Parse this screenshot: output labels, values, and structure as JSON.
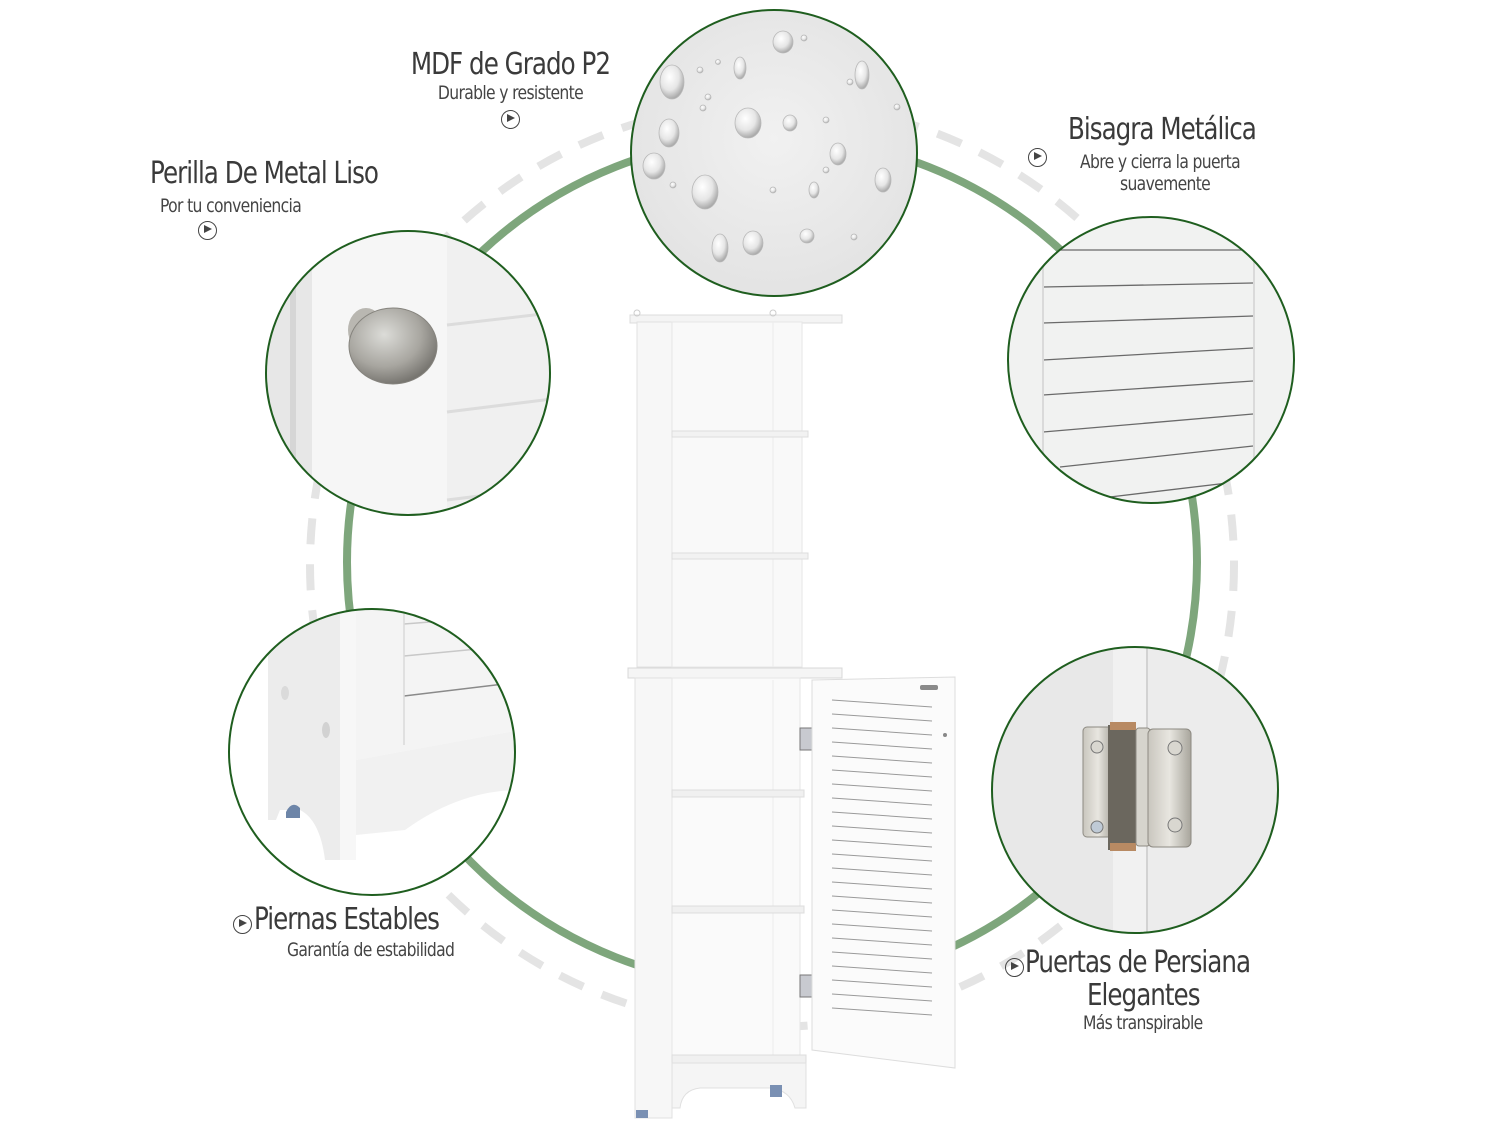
{
  "features": [
    {
      "id": "mdf",
      "title": "MDF de Grado P2",
      "subtitle": "Durable y resistente",
      "icon": "arrow-circle-icon"
    },
    {
      "id": "knob",
      "title": "Perilla De Metal Liso",
      "subtitle": "Por tu conveniencia",
      "icon": "arrow-circle-icon"
    },
    {
      "id": "hinge",
      "title": "Bisagra Metálica",
      "subtitle_line1": "Abre y cierra la puerta",
      "subtitle_line2": "suavemente",
      "icon": "arrow-circle-icon"
    },
    {
      "id": "legs",
      "title": "Piernas Estables",
      "subtitle": "Garantía de estabilidad",
      "icon": "arrow-circle-icon"
    },
    {
      "id": "louver",
      "title_line1": "Puertas de Persiana",
      "title_line2": "Elegantes",
      "subtitle": "Más transpirable",
      "icon": "arrow-circle-icon"
    }
  ],
  "colors": {
    "ring_green": "#7ea67c",
    "circle_border": "#1f5e1f",
    "dashed_ring": "#e4e4e4",
    "text": "#3a3a3a",
    "photo_bg": "#ececec"
  },
  "product": {
    "name": "white tall bathroom cabinet with louvered door",
    "shelves_open": 3,
    "shelves_closed": 2
  }
}
